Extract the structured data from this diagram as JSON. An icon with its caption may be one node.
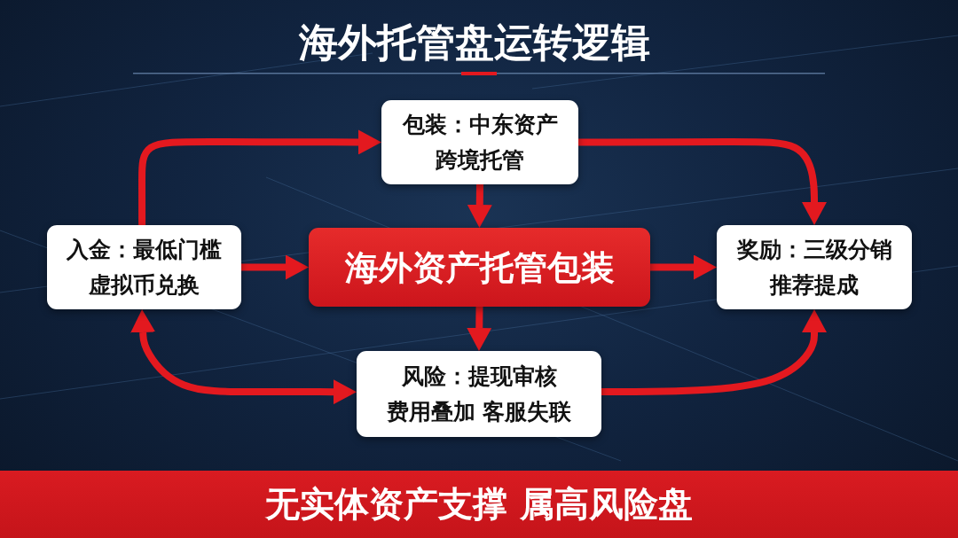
{
  "diagram": {
    "title": "海外托管盘运转逻辑",
    "nodes": [
      {
        "text": [
          "包装：中东资产跨境托管"
        ]
      },
      {
        "text": [
          "入金：最低门槛虚拟币兑换"
        ]
      },
      {
        "text": [
          "海外资产托管包装"
        ]
      },
      {
        "text": [
          "奖励：三级分销推荐提成"
        ]
      },
      {
        "text": [
          "风险：提现审核费用叠加 客服失联"
        ]
      },
      {
        "text": [
          "无实体资产支撑 属高风险盘"
        ]
      }
    ],
    "edges": [
      {
        "from": 1,
        "to": 0,
        "arrow": "to"
      },
      {
        "from": 0,
        "to": 3,
        "arrow": "to"
      },
      {
        "from": 0,
        "to": 2,
        "arrow": "to"
      },
      {
        "from": 1,
        "to": 2,
        "arrow": "to"
      },
      {
        "from": 2,
        "to": 3,
        "arrow": "to"
      },
      {
        "from": 2,
        "to": 4,
        "arrow": "to"
      },
      {
        "from": 1,
        "to": 4,
        "arrow": "both"
      },
      {
        "from": 4,
        "to": 3,
        "arrow": "to"
      }
    ]
  }
}
